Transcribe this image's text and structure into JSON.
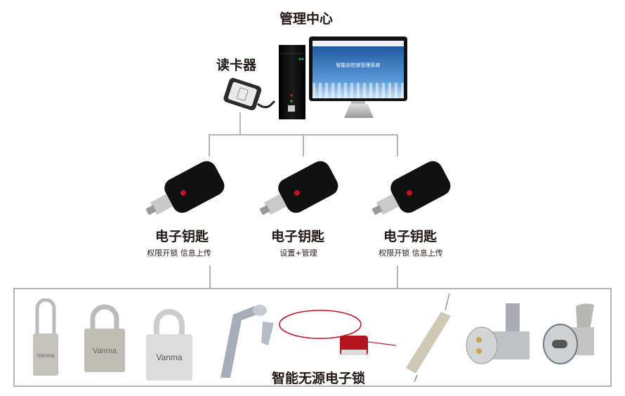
{
  "management_center": {
    "title": "管理中心"
  },
  "card_reader": {
    "label": "读卡器"
  },
  "monitor": {
    "screen_title": "智能巡检锁管理系统"
  },
  "electronic_keys": [
    {
      "title": "电子钥匙",
      "subtitle": "权限开锁  信息上传"
    },
    {
      "title": "电子钥匙",
      "subtitle": "设置+管理"
    },
    {
      "title": "电子钥匙",
      "subtitle": "权限开锁  信息上传"
    }
  ],
  "locks": {
    "label": "智能无源电子锁",
    "brand": "Vanma",
    "items": [
      "long-shackle-padlock",
      "padlock",
      "shrouded-padlock",
      "handle-lock",
      "cable-seal-lock",
      "rod-latch-lock",
      "cam-lock",
      "cam-lock-round"
    ]
  },
  "colors": {
    "line": "#b3b3b3",
    "text": "#231815",
    "accent_red": "#c8101e",
    "screen_blue": "#2a6bc0"
  }
}
